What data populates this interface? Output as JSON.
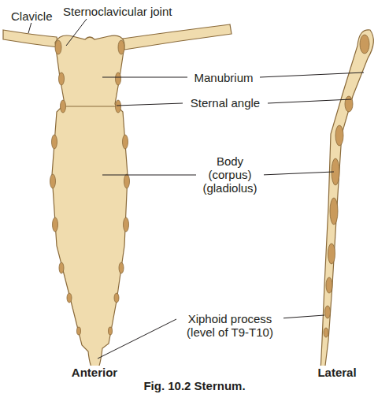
{
  "diagram": {
    "caption": "Fig. 10.2 Sternum.",
    "labels": [
      "Clavicle",
      "Sternoclavicular joint",
      "Manubrium",
      "Sternal angle",
      "Body (corpus) (gladiolus)",
      "Xiphoid process (level of T9-T10)",
      "Anterior",
      "Lateral"
    ]
  }
}
